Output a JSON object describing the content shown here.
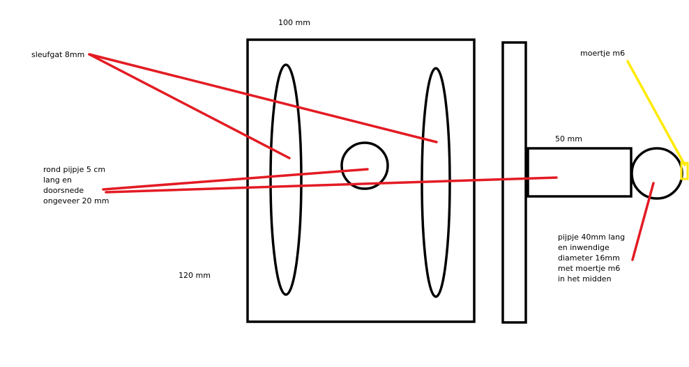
{
  "labels": {
    "top_width": "100 mm",
    "slot": "sleufgat 8mm",
    "nut_top": "moertje m6",
    "tube_length": "50 mm",
    "round_pipe": [
      "rond pijpje 5 cm",
      "lang en",
      "doorsnede",
      "ongeveer 20 mm"
    ],
    "height": "120 mm",
    "pipe_small": [
      "pijpje 40mm lang",
      "en inwendige",
      "diameter 16mm",
      "met moertje m6",
      "in het midden"
    ]
  },
  "colors": {
    "outline": "#000000",
    "annotation_line": "#e31b23",
    "highlight": "#ffea00",
    "background": "#ffffff"
  }
}
